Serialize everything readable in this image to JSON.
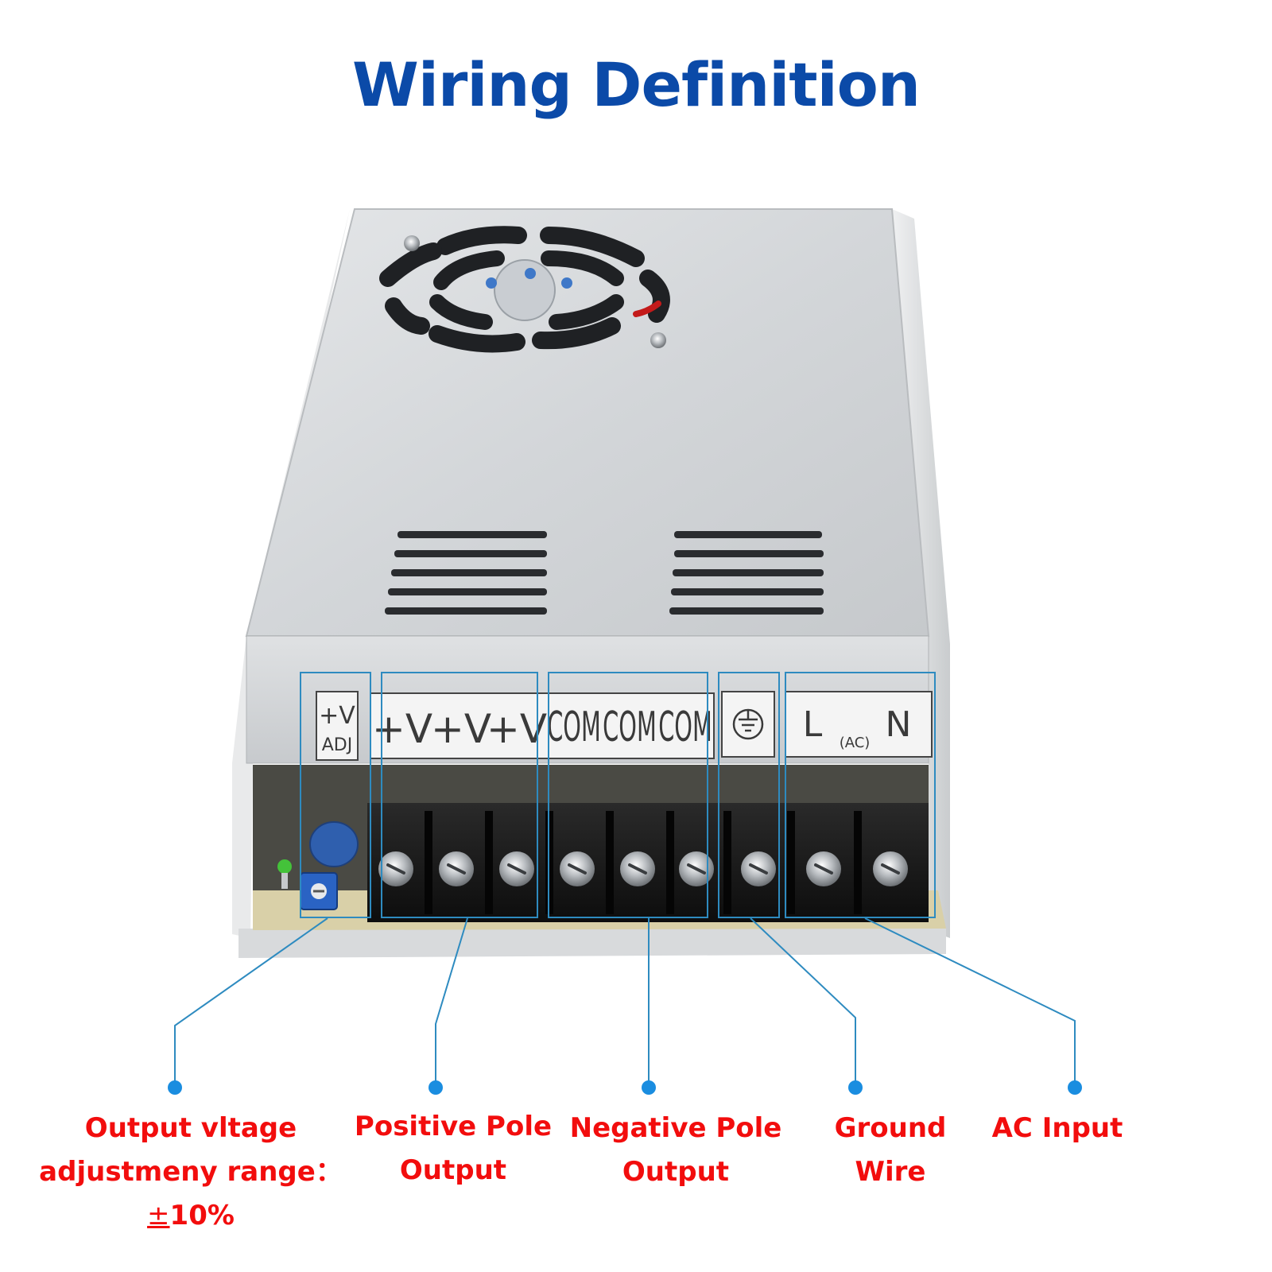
{
  "title": "Wiring Definition",
  "colors": {
    "title": "#0b4aa8",
    "callout_text": "#f20d0d",
    "leader_line": "#2e8bc0",
    "dot": "#1a8de0"
  },
  "terminal_labels": {
    "adj_top": "+V",
    "adj_bottom": "ADJ",
    "positive": [
      "+V",
      "+V",
      "+V"
    ],
    "negative": [
      "COM",
      "COM",
      "COM"
    ],
    "ground_icon": "ground-icon",
    "ac_l": "L",
    "ac_mid": "(AC)",
    "ac_n": "N"
  },
  "callouts": {
    "voltage_adjust": {
      "line1": "Output vltage",
      "line2": "adjustmeny range：",
      "line3_symbol": "±",
      "line3_value": "10%"
    },
    "positive_pole": {
      "line1": "Positive Pole",
      "line2": "Output"
    },
    "negative_pole": {
      "line1": "Negative Pole",
      "line2": "Output"
    },
    "ground_wire": {
      "line1": "Ground",
      "line2": "Wire"
    },
    "ac_input": {
      "line1": "AC Input"
    }
  }
}
